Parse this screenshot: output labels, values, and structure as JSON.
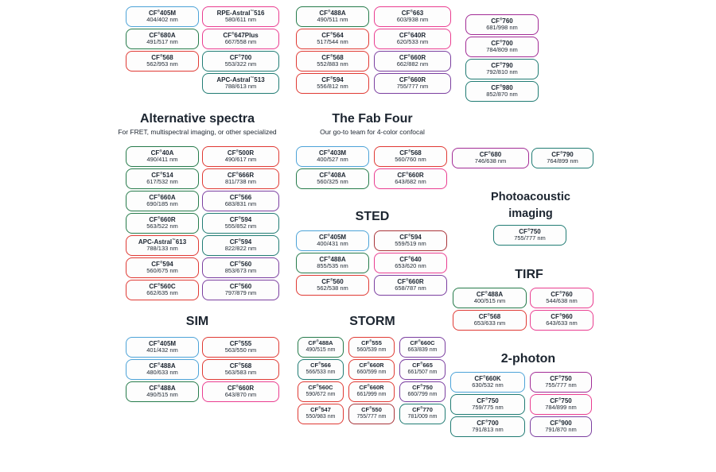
{
  "palette": {
    "blue": "#4da3d8",
    "green": "#267b4b",
    "teal": "#217c74",
    "red": "#e03a34",
    "crimson": "#a93439",
    "pink": "#ea3d90",
    "purple": "#7b3fa0",
    "violet": "#a22c96"
  },
  "headers": {
    "alt": {
      "title": "Alternative spectra",
      "subtitle": "For FRET, multispectral imaging, or other specialized"
    },
    "fab": {
      "title": "The Fab Four",
      "subtitle": "Our go-to team for 4-color confocal"
    },
    "sted": {
      "title": "STED"
    },
    "sim": {
      "title": "SIM"
    },
    "storm": {
      "title": "STORM"
    },
    "pai": {
      "line1": "Photoacoustic",
      "line2": "imaging"
    },
    "tirf": {
      "title": "TIRF"
    },
    "twop": {
      "title": "2-photon"
    }
  },
  "columns": {
    "topA": [
      {
        "n": "CF®405M",
        "v": "404/402 nm",
        "c": "blue"
      },
      {
        "n": "CF®680A",
        "v": "491/517 nm",
        "c": "green"
      },
      {
        "n": "CF®568",
        "v": "562/953 nm",
        "c": "red"
      }
    ],
    "topB": [
      {
        "n": "RPE-Astral™516",
        "v": "580/611 nm",
        "c": "pink"
      },
      {
        "n": "CF®647Plus",
        "v": "667/558 nm",
        "c": "pink"
      },
      {
        "n": "CF®700",
        "v": "553/322 nm",
        "c": "teal"
      },
      {
        "n": "APC-Astral™513",
        "v": "788/613 nm",
        "c": "teal"
      }
    ],
    "topC": [
      {
        "n": "CF®488A",
        "v": "490/511 nm",
        "c": "green"
      },
      {
        "n": "CF®564",
        "v": "517/544 nm",
        "c": "red"
      },
      {
        "n": "CF®568",
        "v": "552/883 nm",
        "c": "red"
      },
      {
        "n": "CF®594",
        "v": "556/812 nm",
        "c": "red"
      }
    ],
    "topD": [
      {
        "n": "CF®663",
        "v": "603/938 nm",
        "c": "pink"
      },
      {
        "n": "CF®640R",
        "v": "620/533 nm",
        "c": "pink"
      },
      {
        "n": "CF®660R",
        "v": "662/882 nm",
        "c": "purple"
      },
      {
        "n": "CF®660R",
        "v": "755/777 nm",
        "c": "purple"
      }
    ],
    "topE": [
      {
        "n": "CF®760",
        "v": "681/998 nm",
        "c": "violet"
      },
      {
        "n": "CF®700",
        "v": "784/809 nm",
        "c": "violet"
      },
      {
        "n": "CF®790",
        "v": "792/810 nm",
        "c": "teal"
      },
      {
        "n": "CF®980",
        "v": "852/870 nm",
        "c": "teal"
      }
    ],
    "altA": [
      {
        "n": "CF®40A",
        "v": "490/411 nm",
        "c": "green"
      },
      {
        "n": "CF®514",
        "v": "617/532 nm",
        "c": "green"
      },
      {
        "n": "CF®660A",
        "v": "690/185 nm",
        "c": "green"
      },
      {
        "n": "CF®660R",
        "v": "563/522 nm",
        "c": "green"
      },
      {
        "n": "APC-Astral™613",
        "v": "788/133 nm",
        "c": "red"
      },
      {
        "n": "CF®594",
        "v": "560/675 nm",
        "c": "red"
      },
      {
        "n": "CF®560C",
        "v": "662/635 nm",
        "c": "red"
      }
    ],
    "altB": [
      {
        "n": "CF®500R",
        "v": "490/617 nm",
        "c": "red"
      },
      {
        "n": "CF®666R",
        "v": "811/738 nm",
        "c": "red"
      },
      {
        "n": "CF®566",
        "v": "683/831 nm",
        "c": "purple"
      },
      {
        "n": "CF®594",
        "v": "555/852 nm",
        "c": "teal"
      },
      {
        "n": "CF®594",
        "v": "822/822 nm",
        "c": "teal"
      },
      {
        "n": "CF®560",
        "v": "853/673 nm",
        "c": "purple"
      },
      {
        "n": "CF®560",
        "v": "797/879 nm",
        "c": "purple"
      }
    ],
    "fabA": [
      {
        "n": "CF®403M",
        "v": "400/527 nm",
        "c": "blue"
      },
      {
        "n": "CF®408A",
        "v": "560/325 nm",
        "c": "green"
      }
    ],
    "fabB": [
      {
        "n": "CF®568",
        "v": "560/760 nm",
        "c": "red"
      },
      {
        "n": "CF®660R",
        "v": "643/682 nm",
        "c": "pink"
      }
    ],
    "stedA": [
      {
        "n": "CF®405M",
        "v": "400/431 nm",
        "c": "blue"
      },
      {
        "n": "CF®488A",
        "v": "855/535 nm",
        "c": "green"
      },
      {
        "n": "CF®560",
        "v": "562/538 nm",
        "c": "red"
      }
    ],
    "stedB": [
      {
        "n": "CF®594",
        "v": "559/519 nm",
        "c": "crimson"
      },
      {
        "n": "CF®640",
        "v": "653/620 nm",
        "c": "pink"
      },
      {
        "n": "CF®660R",
        "v": "658/787 nm",
        "c": "purple"
      }
    ],
    "simA": [
      {
        "n": "CF®405M",
        "v": "401/432 nm",
        "c": "blue"
      },
      {
        "n": "CF®488A",
        "v": "480/633 nm",
        "c": "blue"
      },
      {
        "n": "CF®488A",
        "v": "490/515 nm",
        "c": "green"
      }
    ],
    "simB": [
      {
        "n": "CF®555",
        "v": "563/550 nm",
        "c": "red"
      },
      {
        "n": "CF®568",
        "v": "563/583 nm",
        "c": "red"
      },
      {
        "n": "CF®660R",
        "v": "643/870 nm",
        "c": "pink"
      }
    ],
    "stormA": [
      {
        "n": "CF®488A",
        "v": "490/515 nm",
        "c": "green"
      },
      {
        "n": "CF®566",
        "v": "566/533 nm",
        "c": "teal"
      },
      {
        "n": "CF®560C",
        "v": "590/672 nm",
        "c": "red"
      },
      {
        "n": "CF®547",
        "v": "550/983 nm",
        "c": "red"
      }
    ],
    "stormB": [
      {
        "n": "CF®555",
        "v": "560/539 nm",
        "c": "red"
      },
      {
        "n": "CF®660R",
        "v": "660/599 nm",
        "c": "red"
      },
      {
        "n": "CF®660R",
        "v": "661/999 nm",
        "c": "red"
      },
      {
        "n": "CF®550",
        "v": "755/777 nm",
        "c": "crimson"
      }
    ],
    "stormC": [
      {
        "n": "CF®660C",
        "v": "663/839 nm",
        "c": "purple"
      },
      {
        "n": "CF®665",
        "v": "661/507 nm",
        "c": "purple"
      },
      {
        "n": "CF®750",
        "v": "660/799 nm",
        "c": "purple"
      },
      {
        "n": "CF®770",
        "v": "781/009 nm",
        "c": "teal"
      }
    ],
    "pairA": [
      {
        "n": "CF®680",
        "v": "746/638 nm",
        "c": "violet"
      }
    ],
    "pairB": [
      {
        "n": "CF®790",
        "v": "764/899 nm",
        "c": "teal"
      }
    ],
    "paiBox": [
      {
        "n": "CF®750",
        "v": "755/777 nm",
        "c": "teal"
      }
    ],
    "tirfA": [
      {
        "n": "CF®488A",
        "v": "400/515 nm",
        "c": "green"
      },
      {
        "n": "CF®568",
        "v": "653/633 nm",
        "c": "red"
      }
    ],
    "tirfB": [
      {
        "n": "CF®760",
        "v": "544/638 nm",
        "c": "pink"
      },
      {
        "n": "CF®960",
        "v": "643/633 nm",
        "c": "pink"
      }
    ],
    "twopA": [
      {
        "n": "CF®660K",
        "v": "630/532 nm",
        "c": "blue"
      },
      {
        "n": "CF®750",
        "v": "759/775 nm",
        "c": "teal"
      },
      {
        "n": "CF®700",
        "v": "791/813 nm",
        "c": "teal"
      }
    ],
    "twopB": [
      {
        "n": "CF®750",
        "v": "755/777 nm",
        "c": "violet"
      },
      {
        "n": "CF®750",
        "v": "784/899 nm",
        "c": "pink"
      },
      {
        "n": "CF®900",
        "v": "791/870 nm",
        "c": "purple"
      }
    ]
  }
}
